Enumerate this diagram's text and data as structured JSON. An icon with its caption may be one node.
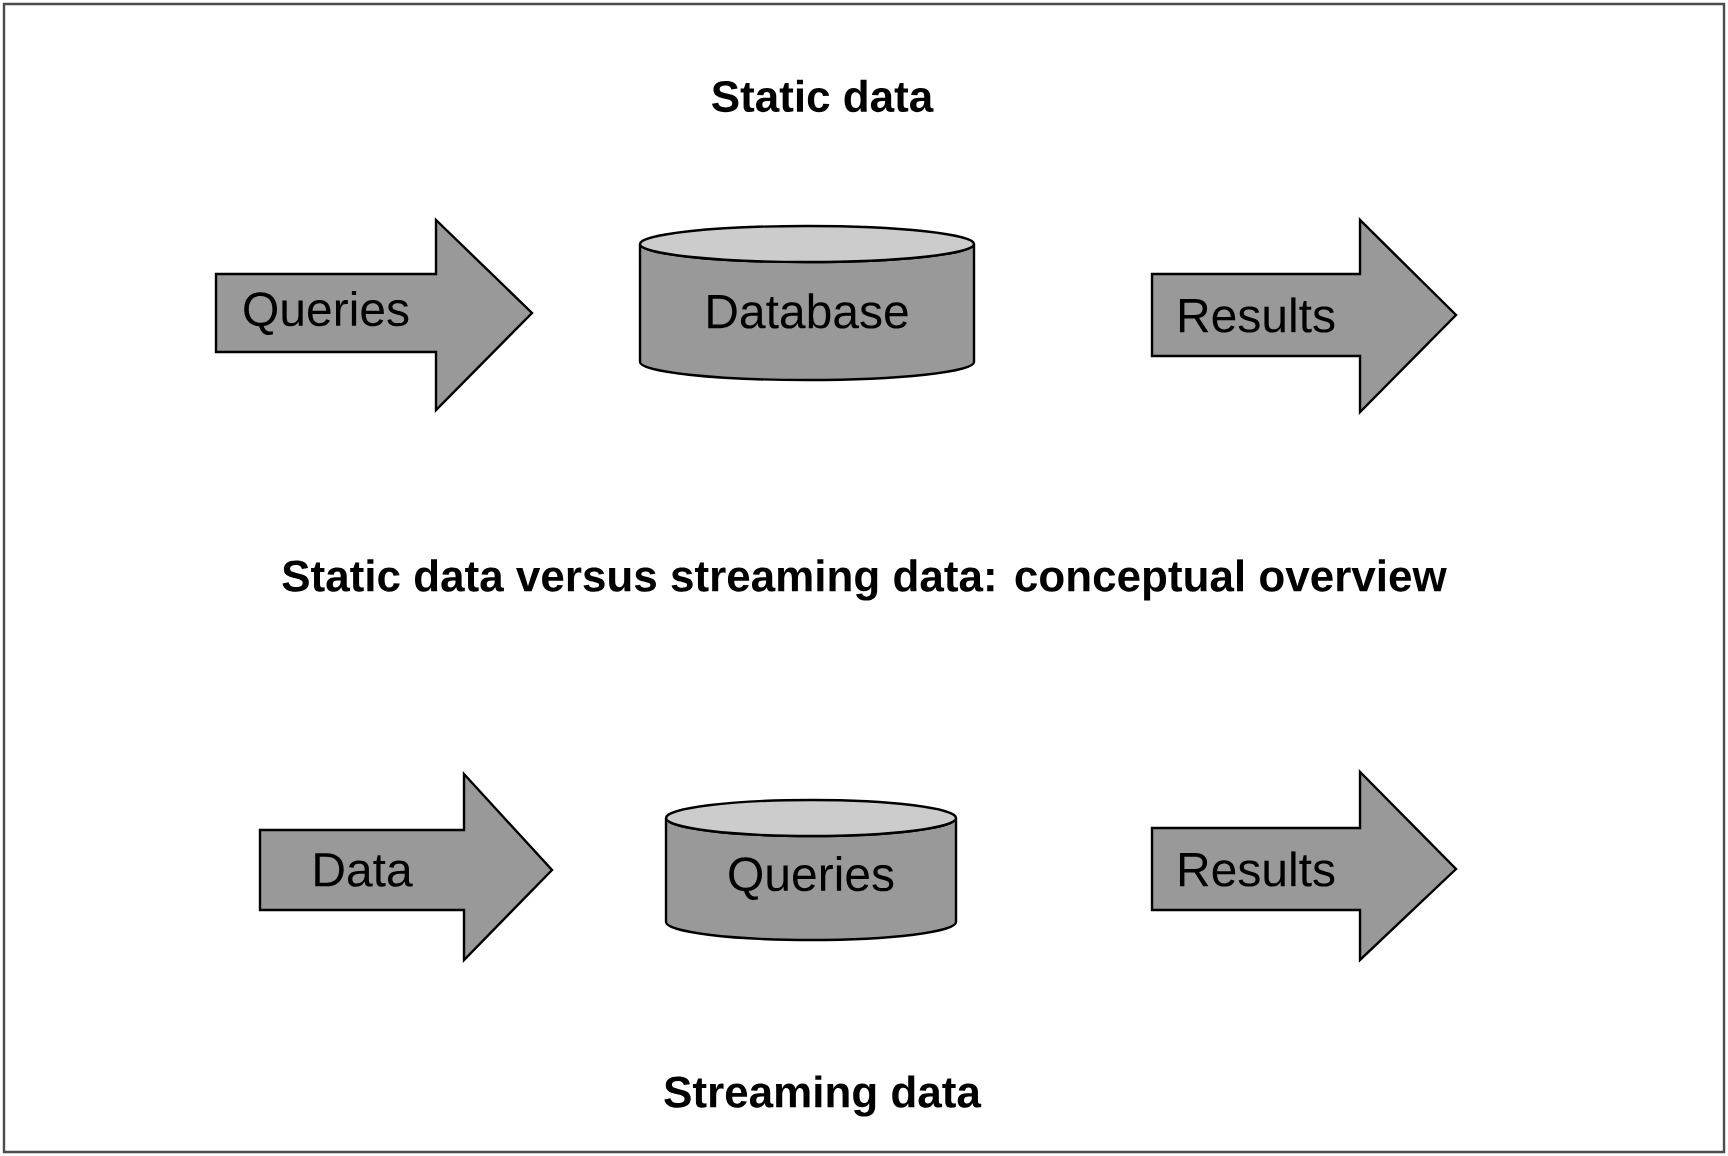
{
  "diagram": {
    "title": "Static data versus streaming data: conceptual overview",
    "nodes": [
      {
        "text": [
          "Queries"
        ]
      },
      {
        "text": [
          "Database"
        ]
      },
      {
        "text": [
          "Results"
        ]
      },
      {
        "text": [
          "Data"
        ]
      },
      {
        "text": [
          "Queries"
        ]
      },
      {
        "text": [
          "Results"
        ]
      }
    ],
    "labels": [
      "Static data",
      "Streaming data"
    ]
  }
}
